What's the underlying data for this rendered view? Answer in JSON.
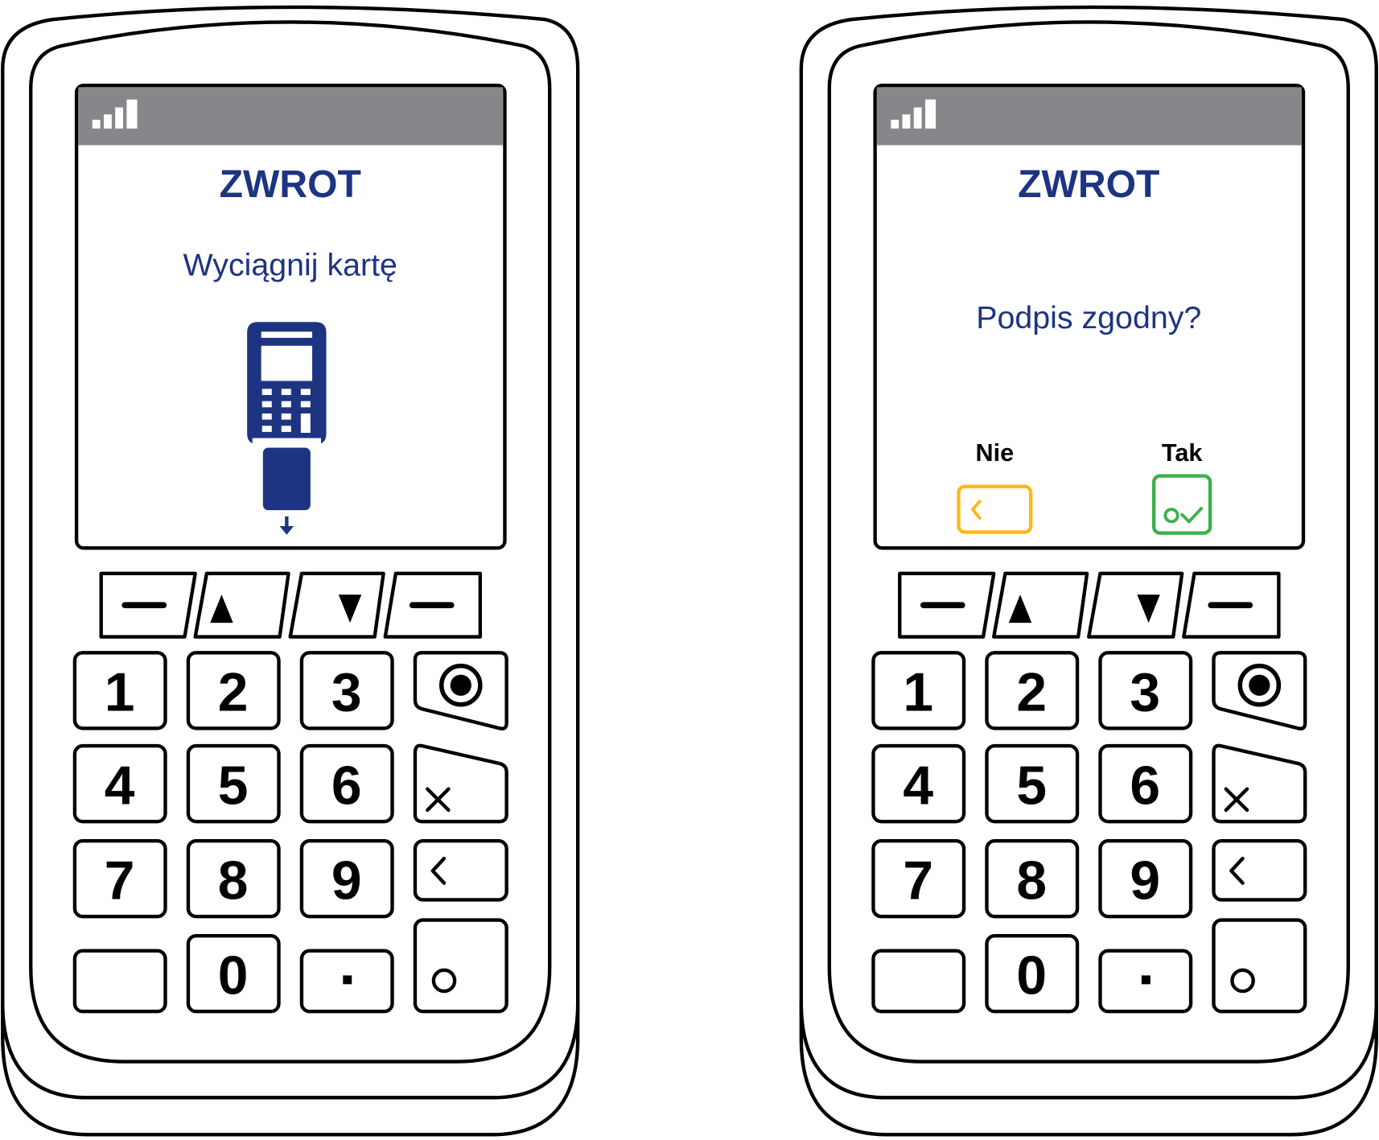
{
  "colors": {
    "brand": "#1d3482",
    "header_gray": "#86878a",
    "no_option": "#fbb819",
    "yes_option": "#3db14b"
  },
  "keypad": {
    "soft_keys": [
      "menu-left-icon",
      "arrow-up-icon",
      "arrow-down-icon",
      "menu-right-icon"
    ],
    "digits": [
      "1",
      "2",
      "3",
      "4",
      "5",
      "6",
      "7",
      "8",
      "9",
      "0",
      "."
    ],
    "function_keys": [
      "function-icon",
      "cancel-icon",
      "backspace-icon",
      "enter-icon"
    ]
  },
  "terminals": [
    {
      "screen": {
        "signal_icon": "signal-strength-icon",
        "title": "ZWROT",
        "message": "Wyciągnij kartę",
        "illustration": "remove-card-icon"
      }
    },
    {
      "screen": {
        "signal_icon": "signal-strength-icon",
        "title": "ZWROT",
        "message": "Podpis zgodny?",
        "options": [
          {
            "label": "Nie",
            "icon": "backspace-icon"
          },
          {
            "label": "Tak",
            "icon": "enter-icon"
          }
        ]
      }
    }
  ]
}
